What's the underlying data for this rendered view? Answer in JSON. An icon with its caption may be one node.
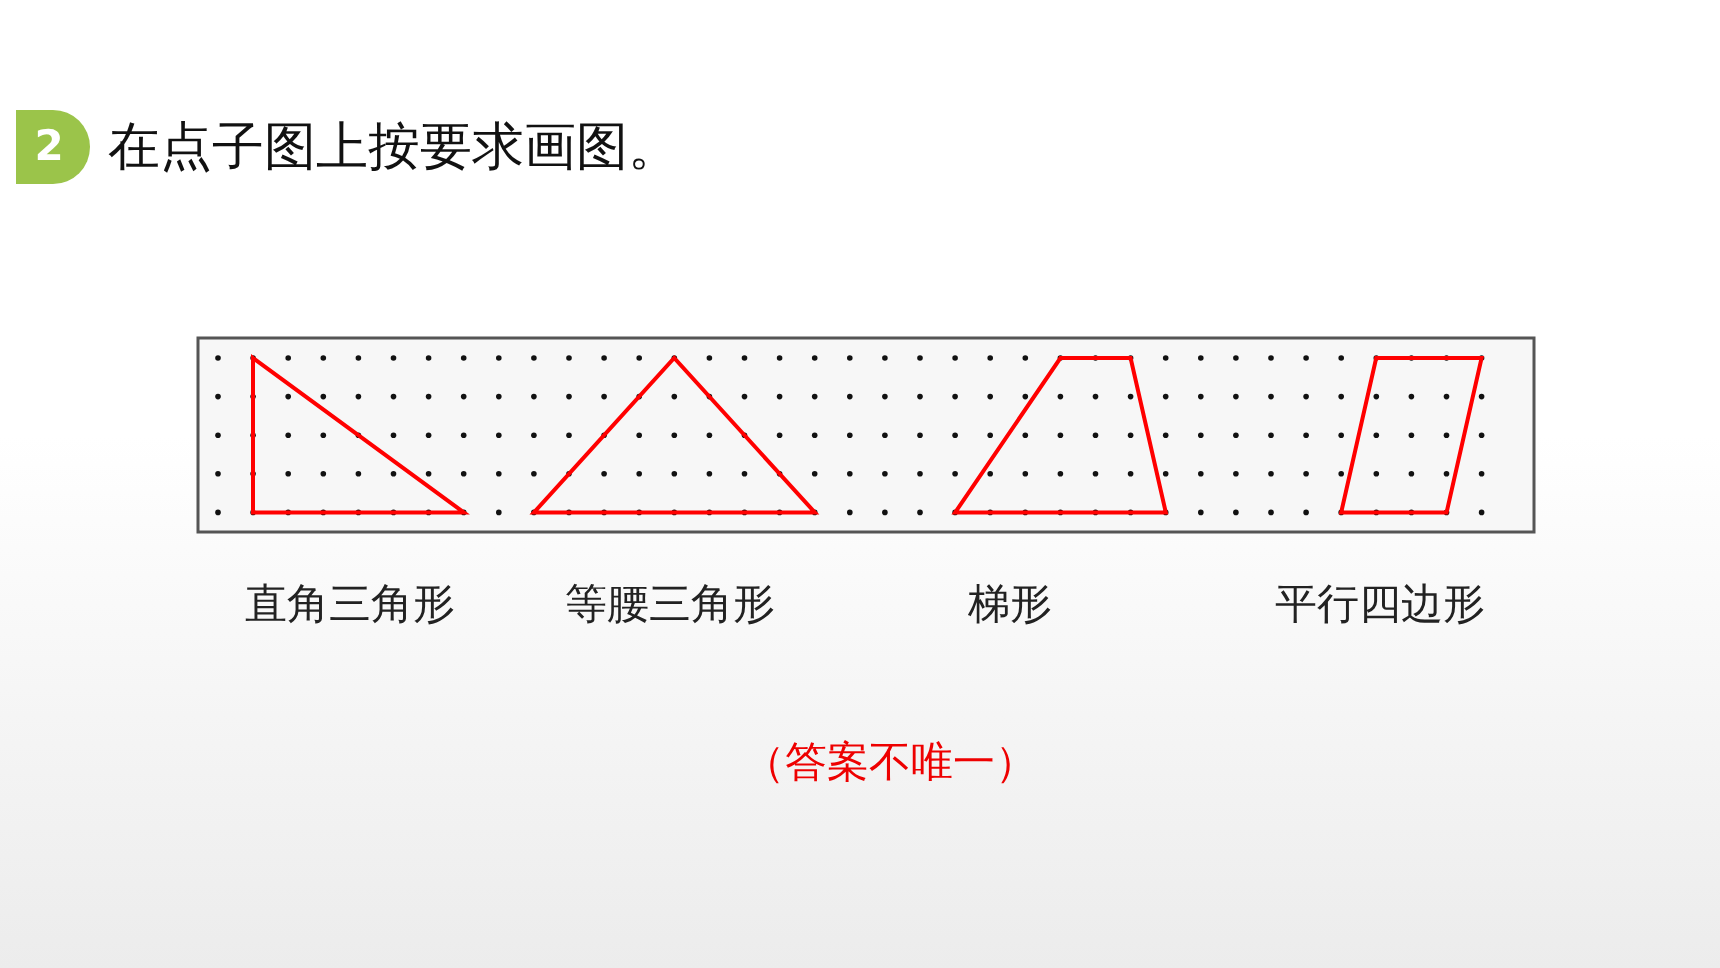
{
  "diagram": {
    "title": "在点子图上按要求画图。",
    "labels": [
      "2",
      "直角三角形",
      "等腰三角形",
      "梯形",
      "平行四边形",
      "（答案不唯一）"
    ]
  }
}
